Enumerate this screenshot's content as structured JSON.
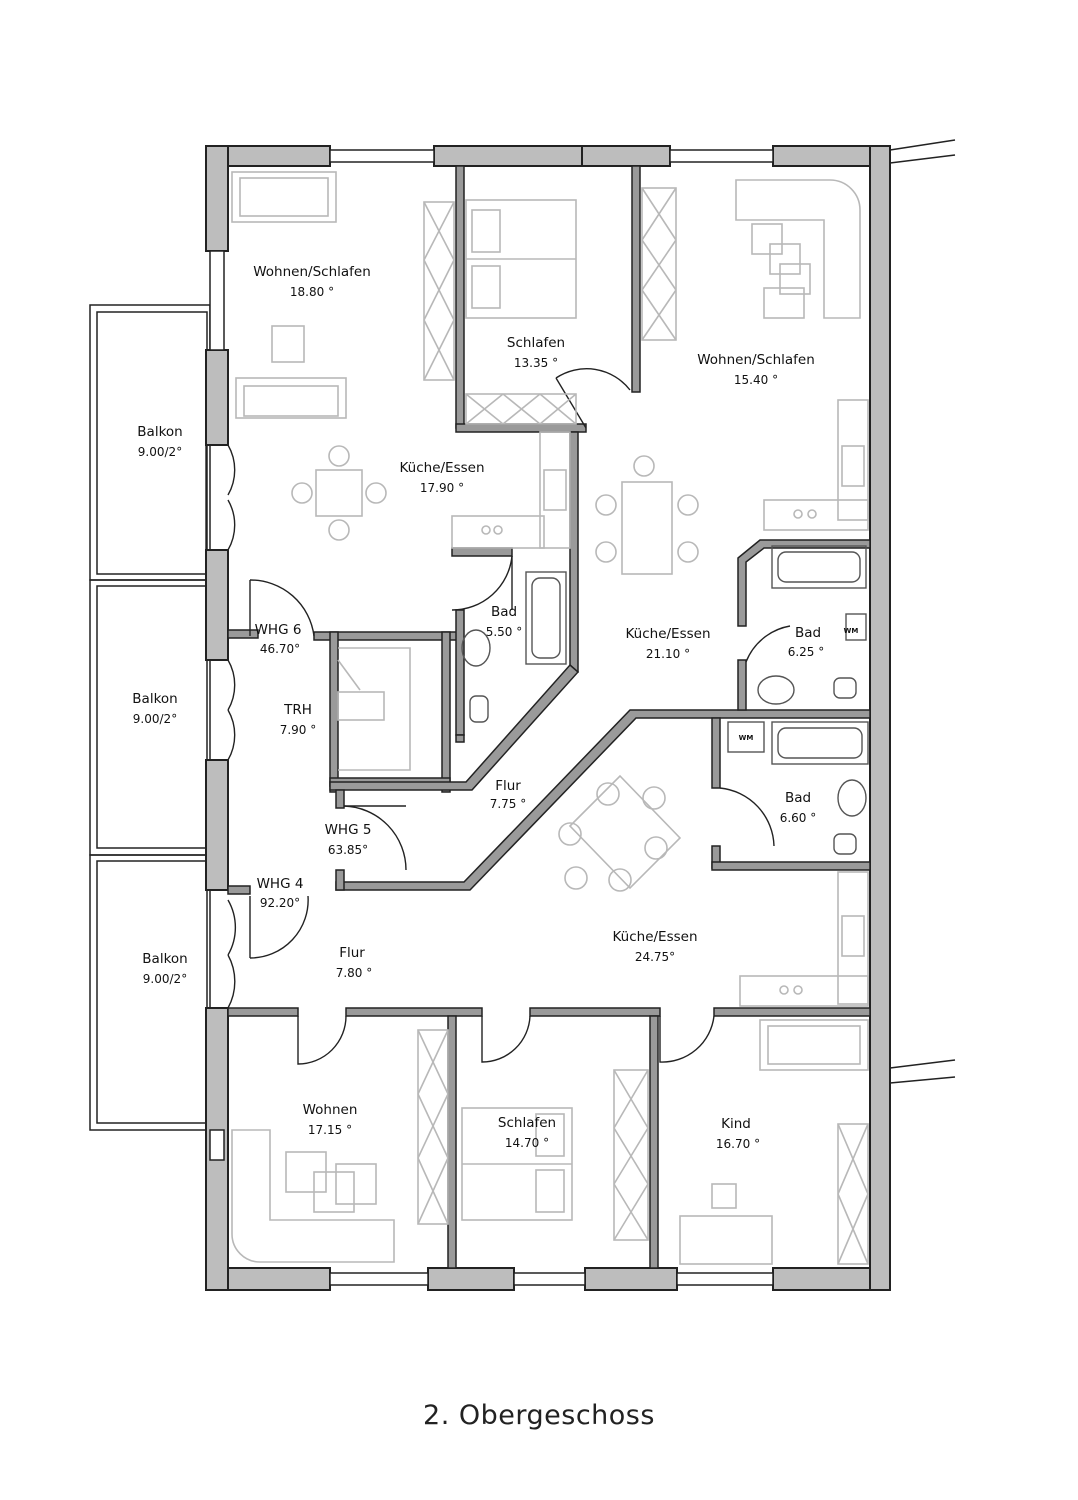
{
  "floor_title": "2. Obergeschoss",
  "rooms": [
    {
      "id": "wohnen-schlafen-a",
      "name": "Wohnen/Schlafen",
      "area": "18.80 °"
    },
    {
      "id": "schlafen-a",
      "name": "Schlafen",
      "area": "13.35 °"
    },
    {
      "id": "wohnen-schlafen-b",
      "name": "Wohnen/Schlafen",
      "area": "15.40 °"
    },
    {
      "id": "balkon-1",
      "name": "Balkon",
      "area": "9.00/2°"
    },
    {
      "id": "kueche-essen-a",
      "name": "Küche/Essen",
      "area": "17.90 °"
    },
    {
      "id": "bad-a",
      "name": "Bad",
      "area": "5.50 °"
    },
    {
      "id": "wohnung-6",
      "name": "WHG 6",
      "area": "46.70°"
    },
    {
      "id": "kueche-essen-b",
      "name": "Küche/Essen",
      "area": "21.10 °"
    },
    {
      "id": "bad-b",
      "name": "Bad",
      "area": "6.25 °"
    },
    {
      "id": "balkon-2",
      "name": "Balkon",
      "area": "9.00/2°"
    },
    {
      "id": "treppenhaus",
      "name": "TRH",
      "area": "7.90 °"
    },
    {
      "id": "flur-a",
      "name": "Flur",
      "area": "7.75 °"
    },
    {
      "id": "bad-c",
      "name": "Bad",
      "area": "6.60 °"
    },
    {
      "id": "wohnung-5",
      "name": "WHG 5",
      "area": "63.85°"
    },
    {
      "id": "wohnung-4",
      "name": "WHG 4",
      "area": "92.20°"
    },
    {
      "id": "kueche-essen-c",
      "name": "Küche/Essen",
      "area": "24.75°"
    },
    {
      "id": "balkon-3",
      "name": "Balkon",
      "area": "9.00/2°"
    },
    {
      "id": "flur-b",
      "name": "Flur",
      "area": "7.80 °"
    },
    {
      "id": "wohnen",
      "name": "Wohnen",
      "area": "17.15 °"
    },
    {
      "id": "schlafen-b",
      "name": "Schlafen",
      "area": "14.70 °"
    },
    {
      "id": "kind",
      "name": "Kind",
      "area": "16.70 °"
    }
  ],
  "appliance_labels": {
    "washing_machine_1": "WM",
    "washing_machine_2": "WM"
  }
}
